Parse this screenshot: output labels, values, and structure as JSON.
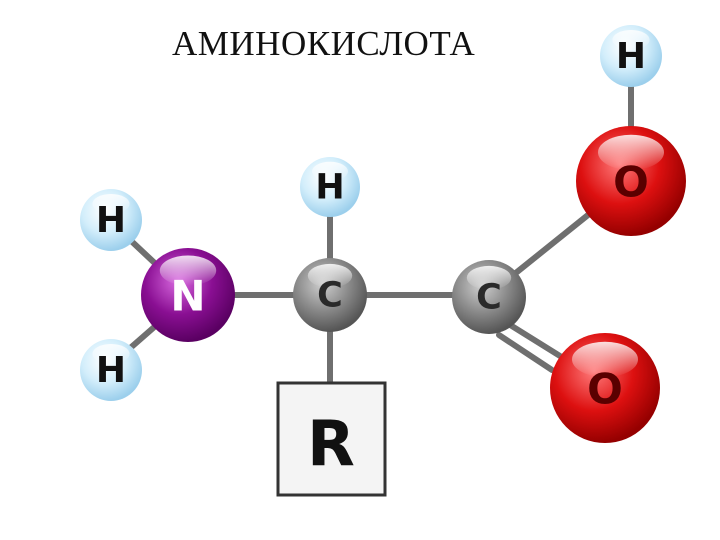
{
  "title": "АМИНОКИСЛОТА",
  "colors": {
    "hydrogen": "#bfe3f7",
    "nitrogen": "#8a0f93",
    "carbon": "#808080",
    "oxygen": "#d40d0d",
    "bond": "#6f6f6f",
    "box_border": "#333333",
    "box_fill": "#f4f4f4"
  },
  "atoms": [
    {
      "id": "h-carboxyl",
      "element": "hydrogen",
      "symbol": "H"
    },
    {
      "id": "o-hydroxyl",
      "element": "oxygen",
      "symbol": "O"
    },
    {
      "id": "h-alpha",
      "element": "hydrogen",
      "symbol": "H"
    },
    {
      "id": "h-amino-top",
      "element": "hydrogen",
      "symbol": "H"
    },
    {
      "id": "n-amino",
      "element": "nitrogen",
      "symbol": "N"
    },
    {
      "id": "c-alpha",
      "element": "carbon",
      "symbol": "C"
    },
    {
      "id": "c-carboxyl",
      "element": "carbon",
      "symbol": "C"
    },
    {
      "id": "h-amino-bottom",
      "element": "hydrogen",
      "symbol": "H"
    },
    {
      "id": "o-carbonyl",
      "element": "oxygen",
      "symbol": "O"
    }
  ],
  "side_chain": {
    "symbol": "R"
  }
}
